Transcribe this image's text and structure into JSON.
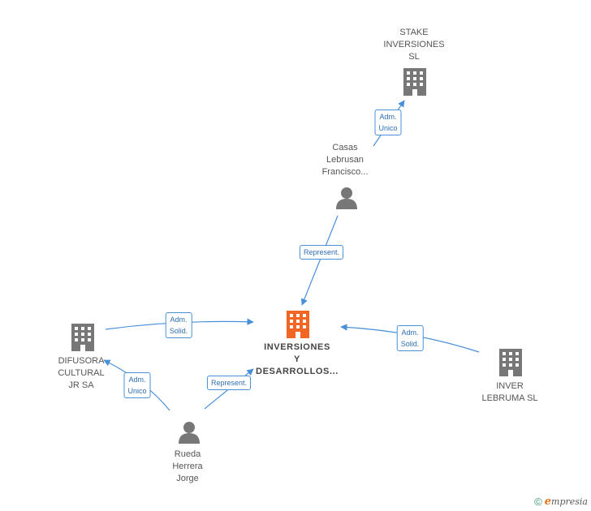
{
  "colors": {
    "edge": "#4a90d9",
    "company_icon": "#777777",
    "main_icon": "#f26522",
    "person_icon": "#777777"
  },
  "nodes": {
    "stake": {
      "label": "STAKE\nINVERSIONES\nSL",
      "icon": "building-icon"
    },
    "casas": {
      "label": "Casas\nLebrusan\nFrancisco...",
      "icon": "person-icon"
    },
    "main": {
      "label": "INVERSIONES\nY\nDESARROLLOS...",
      "icon": "building-icon"
    },
    "difusora": {
      "label": "DIFUSORA\nCULTURAL\nJR SA",
      "icon": "building-icon"
    },
    "inver": {
      "label": "INVER\nLEBRUMA  SL",
      "icon": "building-icon"
    },
    "rueda": {
      "label": "Rueda\nHerrera\nJorge",
      "icon": "person-icon"
    }
  },
  "edges": {
    "casas_stake": "Adm.\nUnico",
    "casas_main": "Represent.",
    "difusora_main": "Adm.\nSolid.",
    "inver_main": "Adm.\nSolid.",
    "rueda_difusora": "Adm.\nUnico",
    "rueda_main": "Represent."
  },
  "footer": {
    "copyright": "©",
    "brand_initial": "e",
    "brand_rest": "mpresia"
  }
}
